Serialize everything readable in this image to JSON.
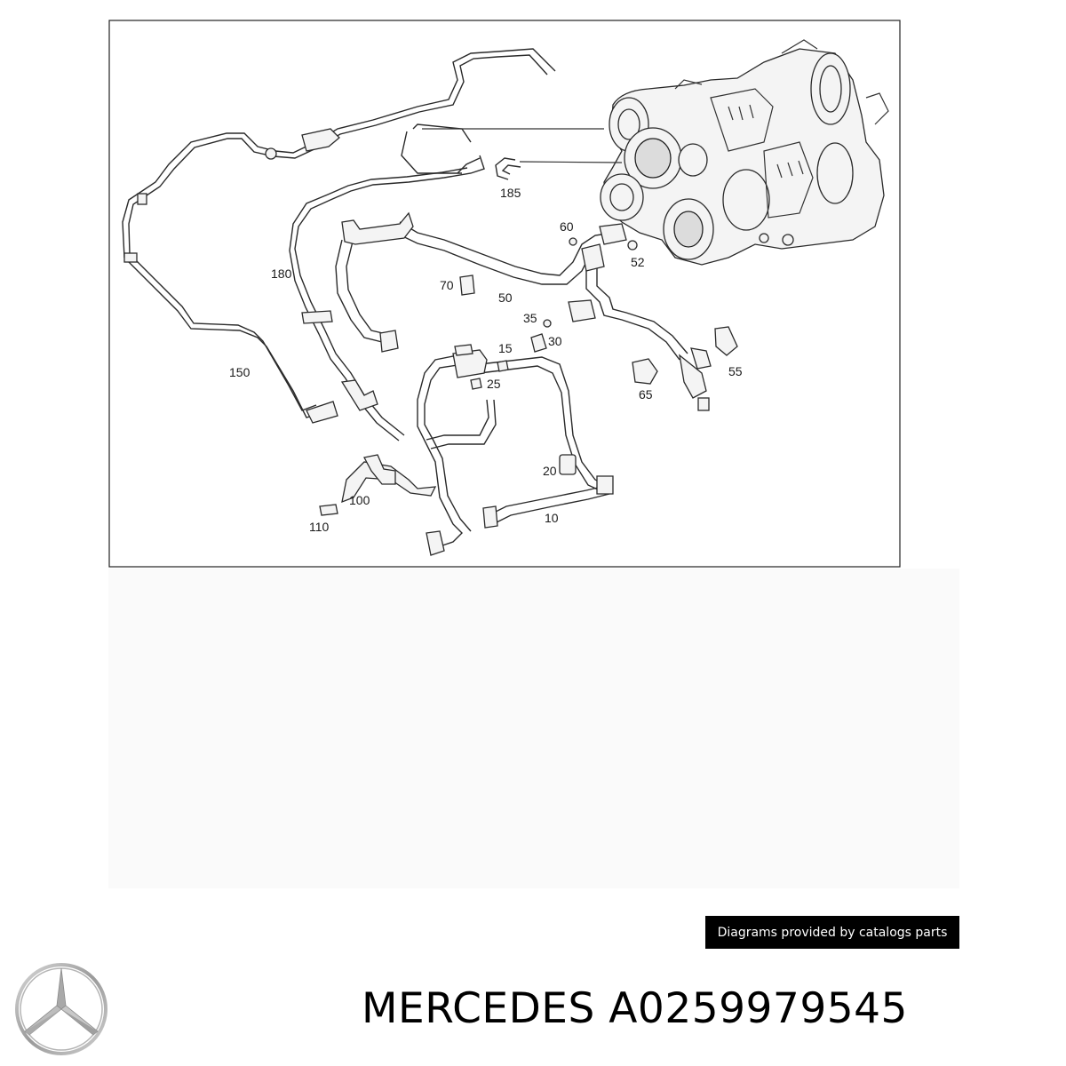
{
  "diagram": {
    "part_labels": [
      "185",
      "60",
      "52",
      "180",
      "70",
      "50",
      "35",
      "30",
      "15",
      "25",
      "55",
      "65",
      "150",
      "20",
      "100",
      "110",
      "10"
    ]
  },
  "credit_text": "Diagrams provided by catalogs parts",
  "brand": {
    "name": "MERCEDES",
    "part_number": "A0259979545"
  },
  "icons": {
    "logo": "mercedes-star-icon"
  },
  "colors": {
    "background": "#ffffff",
    "credit_bg": "#000000",
    "credit_fg": "#ffffff",
    "line": "#2a2a2a"
  }
}
